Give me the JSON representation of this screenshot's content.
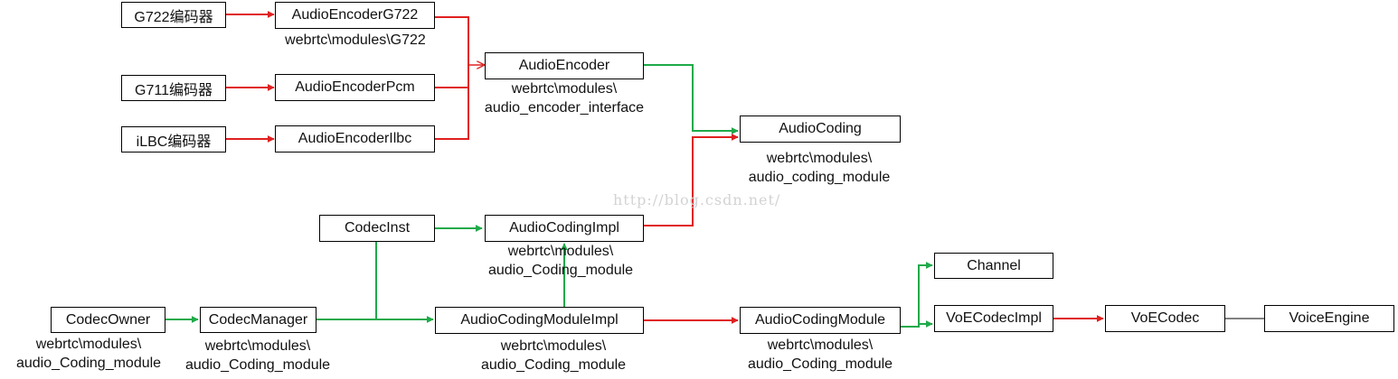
{
  "nodes": {
    "g722_encoder": "G722编码器",
    "g711_encoder": "G711编码器",
    "ilbc_encoder": "iLBC编码器",
    "audio_encoder_g722": "AudioEncoderG722",
    "audio_encoder_pcm": "AudioEncoderPcm",
    "audio_encoder_ilbc": "AudioEncoderIlbc",
    "audio_encoder": "AudioEncoder",
    "audio_coding": "AudioCoding",
    "codec_inst": "CodecInst",
    "audio_coding_impl": "AudioCodingImpl",
    "codec_owner": "CodecOwner",
    "codec_manager": "CodecManager",
    "audio_coding_module_impl": "AudioCodingModuleImpl",
    "audio_coding_module": "AudioCodingModule",
    "channel": "Channel",
    "voe_codec_impl": "VoECodecImpl",
    "voe_codec": "VoECodec",
    "voice_engine": "VoiceEngine"
  },
  "paths": {
    "g722": "webrtc\\modules\\G722",
    "audio_encoder": [
      "webrtc\\modules\\",
      "audio_encoder_interface"
    ],
    "audio_coding": [
      "webrtc\\modules\\",
      "audio_coding_module"
    ],
    "audio_coding_impl": [
      "webrtc\\modules\\",
      "audio_Coding_module"
    ],
    "codec_owner": [
      "webrtc\\modules\\",
      "audio_Coding_module"
    ],
    "codec_manager": [
      "webrtc\\modules\\",
      "audio_Coding_module"
    ],
    "audio_coding_module_impl": [
      "webrtc\\modules\\",
      "audio_Coding_module"
    ],
    "audio_coding_module": [
      "webrtc\\modules\\",
      "audio_Coding_module"
    ]
  },
  "watermark": "http://blog.csdn.net/",
  "colors": {
    "red_arrow": "#e02020",
    "green_arrow": "#1faa4a",
    "plain_line": "#000000"
  }
}
